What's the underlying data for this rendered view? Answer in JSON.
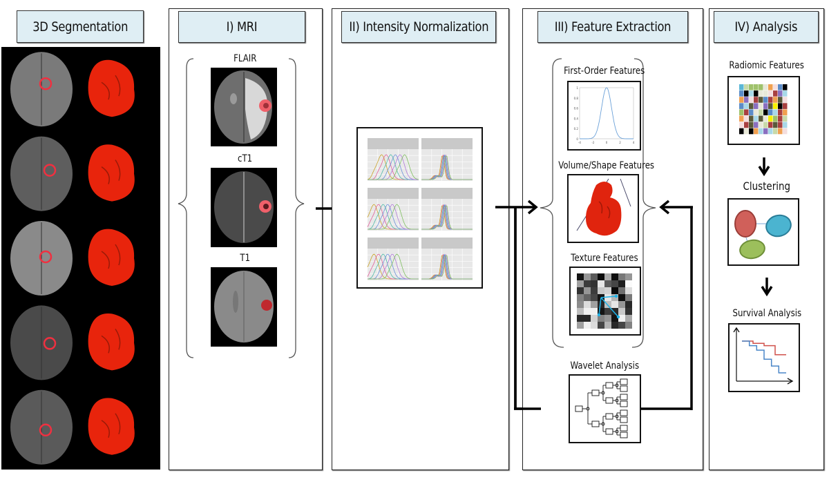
{
  "segmentation": {
    "title": "3D Segmentation",
    "rows": [
      {
        "slice": "axial MRI slice with red tumor contour",
        "render": "3D red tumor surface rendering"
      },
      {
        "slice": "axial MRI slice with red tumor contour",
        "render": "3D red tumor surface rendering"
      },
      {
        "slice": "axial MRI slice with red tumor contour",
        "render": "3D red tumor surface rendering"
      },
      {
        "slice": "axial MRI slice with red tumor contour",
        "render": "3D red tumor surface rendering"
      },
      {
        "slice": "axial MRI slice with red tumor contour",
        "render": "3D red tumor surface rendering"
      }
    ]
  },
  "sections": [
    {
      "id": "mri",
      "title": "I) MRI"
    },
    {
      "id": "normalization",
      "title": "II) Intensity Normalization"
    },
    {
      "id": "features",
      "title": "III) Feature Extraction"
    },
    {
      "id": "analysis",
      "title": "IV) Analysis"
    }
  ],
  "mri": {
    "sequences": [
      {
        "label": "FLAIR"
      },
      {
        "label": "cT1"
      },
      {
        "label": "T1"
      }
    ]
  },
  "normalization": {
    "panels": 6,
    "series_colors": [
      "#c9a227",
      "#e0609a",
      "#4db8a8",
      "#6a8fd8",
      "#b07ad8",
      "#7fbf5f"
    ]
  },
  "features": {
    "first_order": {
      "label": "First-Order Features",
      "plot": {
        "xticks": [
          "-4",
          "-2",
          "0",
          "2",
          "4"
        ],
        "yticks": [
          "0",
          "0.2",
          "0.4",
          "0.6",
          "0.8",
          "1"
        ]
      }
    },
    "shape": {
      "label": "Volume/Shape Features"
    },
    "texture": {
      "label": "Texture Features",
      "grid": [
        [
          20,
          150,
          90,
          10,
          170,
          15,
          120,
          150
        ],
        [
          160,
          60,
          50,
          230,
          90,
          70,
          30,
          250
        ],
        [
          50,
          150,
          60,
          200,
          210,
          10,
          110,
          220
        ],
        [
          130,
          100,
          70,
          20,
          230,
          180,
          15,
          120
        ],
        [
          140,
          220,
          160,
          40,
          190,
          230,
          150,
          40
        ],
        [
          190,
          240,
          240,
          20,
          60,
          40,
          200,
          50
        ],
        [
          40,
          40,
          210,
          130,
          150,
          20,
          240,
          170
        ],
        [
          160,
          240,
          220,
          70,
          180,
          40,
          70,
          130
        ]
      ],
      "arrow_color": "#1fb3e8"
    },
    "wavelet": {
      "label": "Wavelet Analysis"
    }
  },
  "analysis": {
    "radiomic": {
      "label": "Radiomic Features",
      "grid": [
        [
          "#5bb7d6",
          "#c8d9a8",
          "#9fc26b",
          "#9fc26b",
          "#9fc26b",
          "#e8e8d8",
          "#f0a050",
          "#f4dede",
          "#5b8cc8",
          "#000000"
        ],
        [
          "#5b8cc8",
          "#000000",
          "#a8d8e8",
          "#000000",
          "#e8e8d8",
          "#e8e8d8",
          "#f4dede",
          "#a84040",
          "#8a6fc0",
          "#a8d8e8"
        ],
        [
          "#f0a050",
          "#8a6fc0",
          "#f4dede",
          "#a84040",
          "#5a5a3a",
          "#5b8cc8",
          "#a84040",
          "#f0a050",
          "#5a5a3a",
          "#f4dede"
        ],
        [
          "#5b8cc8",
          "#a8d8e8",
          "#5a5a3a",
          "#8a6fc0",
          "#e8e8d8",
          "#8a6fc0",
          "#5a5a3a",
          "#f8f000",
          "#000000",
          "#a84040"
        ],
        [
          "#9fc26b",
          "#a84040",
          "#5b8cc8",
          "#e8e8d8",
          "#c8d9a8",
          "#000000",
          "#5b8cc8",
          "#a8d8e8",
          "#a84040",
          "#f0a050"
        ],
        [
          "#f0a050",
          "#f4dede",
          "#5a5a3a",
          "#a8d8e8",
          "#5a5a3a",
          "#e8e8d8",
          "#f8f000",
          "#9fc26b",
          "#a84040",
          "#c8d9a8"
        ],
        [
          "#f4dede",
          "#a84040",
          "#5a5a3a",
          "#8a6fc0",
          "#e8e8d8",
          "#c8d9a8",
          "#a84040",
          "#5a5a3a",
          "#a84040",
          "#a8d8e8"
        ],
        [
          "#000000",
          "#e8e8d8",
          "#000000",
          "#f0a050",
          "#a8d8e8",
          "#8a6fc0",
          "#a8d8e8",
          "#c8d9a8",
          "#f0a050",
          "#f4dede"
        ]
      ]
    },
    "clustering": {
      "label": "Clustering",
      "clusters": [
        {
          "color": "#d0605a",
          "stroke": "#9a3d38"
        },
        {
          "color": "#4bb4d0",
          "stroke": "#2a7d98"
        },
        {
          "color": "#9cbf5c",
          "stroke": "#6e8f38"
        }
      ]
    },
    "survival": {
      "label": "Survival Analysis",
      "curves": [
        {
          "name": "group-red",
          "color": "#d0504a",
          "steps": [
            1.0,
            0.95,
            0.9,
            0.7
          ]
        },
        {
          "name": "group-blue",
          "color": "#4a86c8",
          "steps": [
            1.0,
            0.9,
            0.8,
            0.6,
            0.45,
            0.3
          ]
        }
      ]
    }
  }
}
